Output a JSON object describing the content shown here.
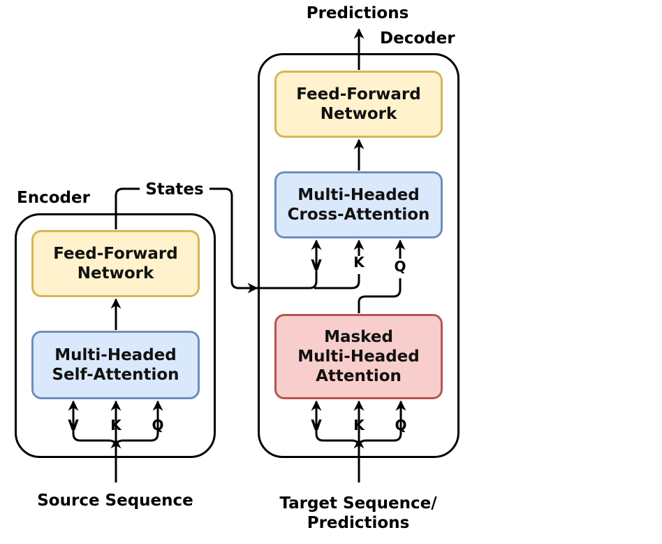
{
  "encoder": {
    "title": "Encoder",
    "ffn_label": "Feed-Forward\nNetwork",
    "attn_label": "Multi-Headed\nSelf-Attention",
    "inputs": [
      "V",
      "K",
      "Q"
    ],
    "source_label": "Source Sequence",
    "states_label": "States"
  },
  "decoder": {
    "title": "Decoder",
    "ffn_label": "Feed-Forward\nNetwork",
    "cross_label": "Multi-Headed\nCross-Attention",
    "cross_inputs": [
      "V",
      "K",
      "Q"
    ],
    "masked_label": "Masked\nMulti-Headed\nAttention",
    "masked_inputs": [
      "V",
      "K",
      "Q"
    ],
    "target_label": "Target Sequence/\nPredictions",
    "output_label": "Predictions"
  },
  "colors": {
    "ffn_fill": "#fff2cc",
    "ffn_border": "#d6b656",
    "attn_fill": "#dae8fc",
    "attn_border": "#6c8ebf",
    "masked_fill": "#f8cecc",
    "masked_border": "#b85450"
  }
}
